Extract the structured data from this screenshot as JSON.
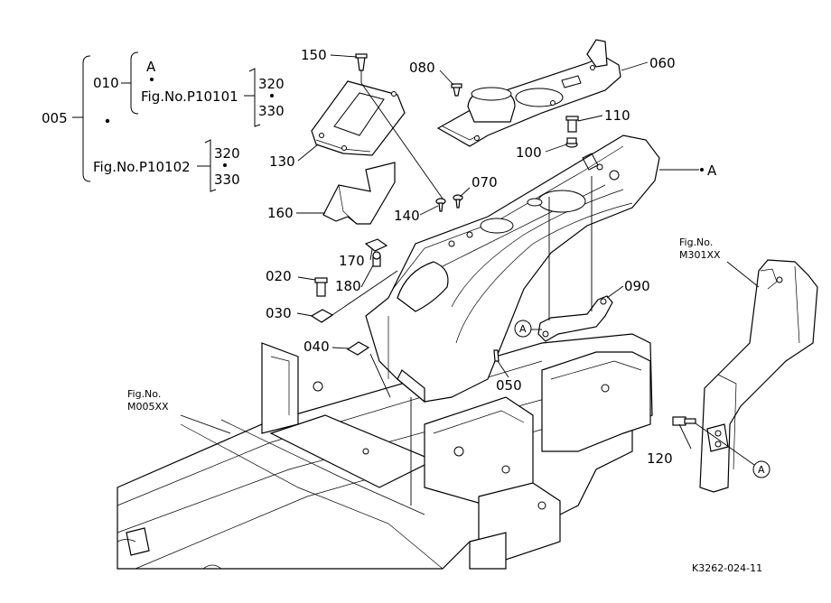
{
  "tree": {
    "root": "005",
    "child_010": "010",
    "ref_a": "A",
    "fig_p10101": "Fig.No.P10101",
    "fig_p10102": "Fig.No.P10102",
    "n320a": "320",
    "n330a": "330",
    "n320b": "320",
    "n330b": "330"
  },
  "labels": {
    "p150": "150",
    "p080": "080",
    "p060": "060",
    "p110": "110",
    "p100": "100",
    "p130": "130",
    "p160": "160",
    "p140": "140",
    "p070": "070",
    "p170": "170",
    "p180": "180",
    "p020": "020",
    "p030": "030",
    "p040": "040",
    "p050": "050",
    "p090": "090",
    "p120": "120",
    "callout_a": "A"
  },
  "refs": {
    "m301_line1": "Fig.No.",
    "m301_line2": "M301XX",
    "m005_line1": "Fig.No.",
    "m005_line2": "M005XX",
    "circle_a1": "A",
    "circle_a2": "A"
  },
  "footer": {
    "code": "K3262-024-11"
  }
}
